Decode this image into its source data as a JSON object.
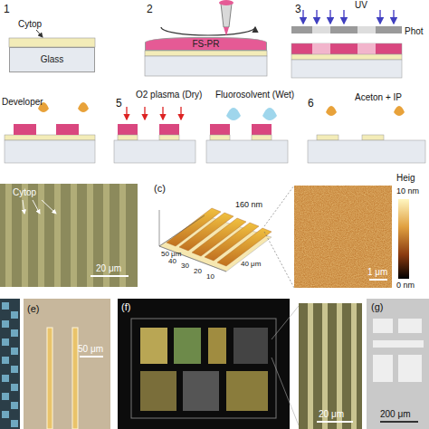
{
  "diagram": {
    "nodes": [
      {
        "text": [
          "Glass"
        ]
      },
      {
        "text": [
          "FS-PR"
        ]
      }
    ],
    "labels": [
      "1",
      "Cytop",
      "2",
      "3",
      "UV",
      "Phot",
      "Developer",
      "5",
      "O2 plasma (Dry)",
      "Fluorosolvent (Wet)",
      "6",
      "Aceton + IP",
      "Cytop",
      "20 μm",
      "(c)",
      "160 nm",
      "50 μm",
      "40",
      "30",
      "20",
      "10",
      "40 μm",
      "Heig",
      "10 nm",
      "1 μm",
      "0 nm",
      "(e)",
      "50 μm",
      "(f)",
      "20 μm",
      "(g)",
      "200 μm"
    ]
  }
}
